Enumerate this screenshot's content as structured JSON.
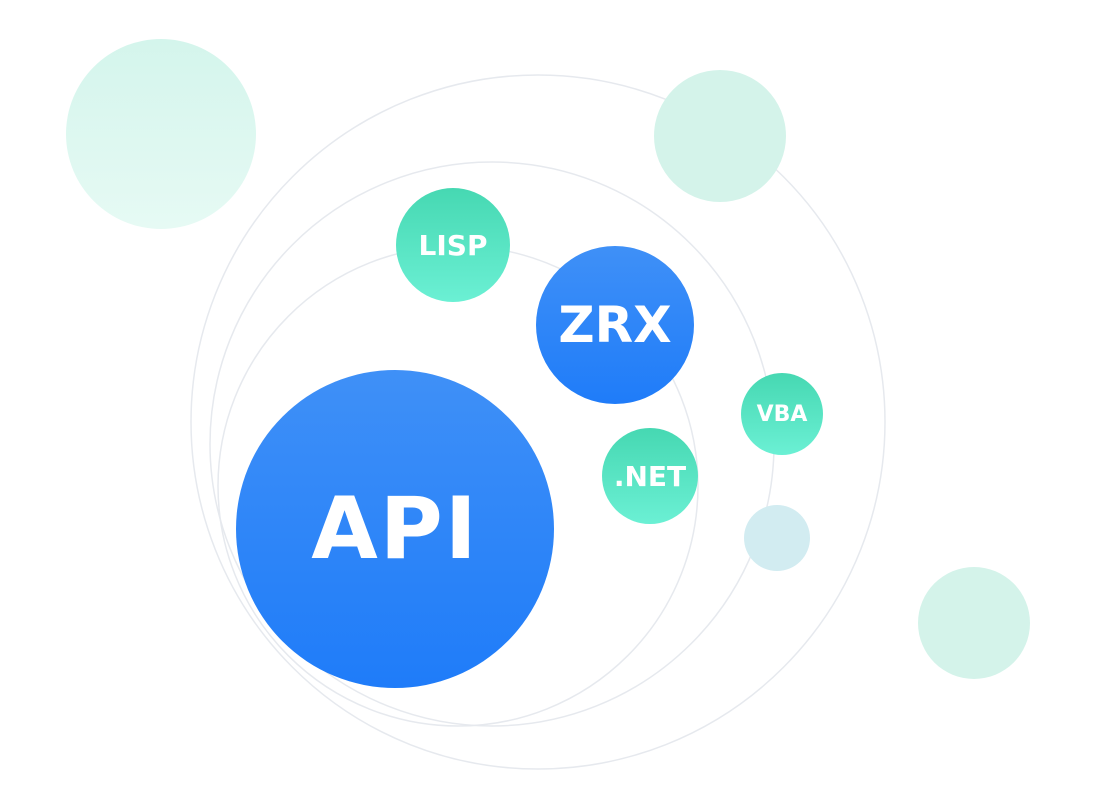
{
  "diagram": {
    "nodes": [
      {
        "id": "api",
        "label": "API",
        "style": "blue"
      },
      {
        "id": "zrx",
        "label": "ZRX",
        "style": "blue"
      },
      {
        "id": "lisp",
        "label": "LISP",
        "style": "green"
      },
      {
        "id": "net",
        "label": ".NET",
        "style": "green"
      },
      {
        "id": "vba",
        "label": "VBA",
        "style": "green"
      }
    ],
    "colors": {
      "blue_top": "#3f90f7",
      "blue_bottom": "#1f7cf9",
      "green_top": "#46d8b2",
      "green_bottom": "#6bf0d4",
      "orbit_line": "#e6e9ee",
      "decor_mint": "#d4f3ea",
      "decor_ice": "#d2ecf1"
    }
  }
}
